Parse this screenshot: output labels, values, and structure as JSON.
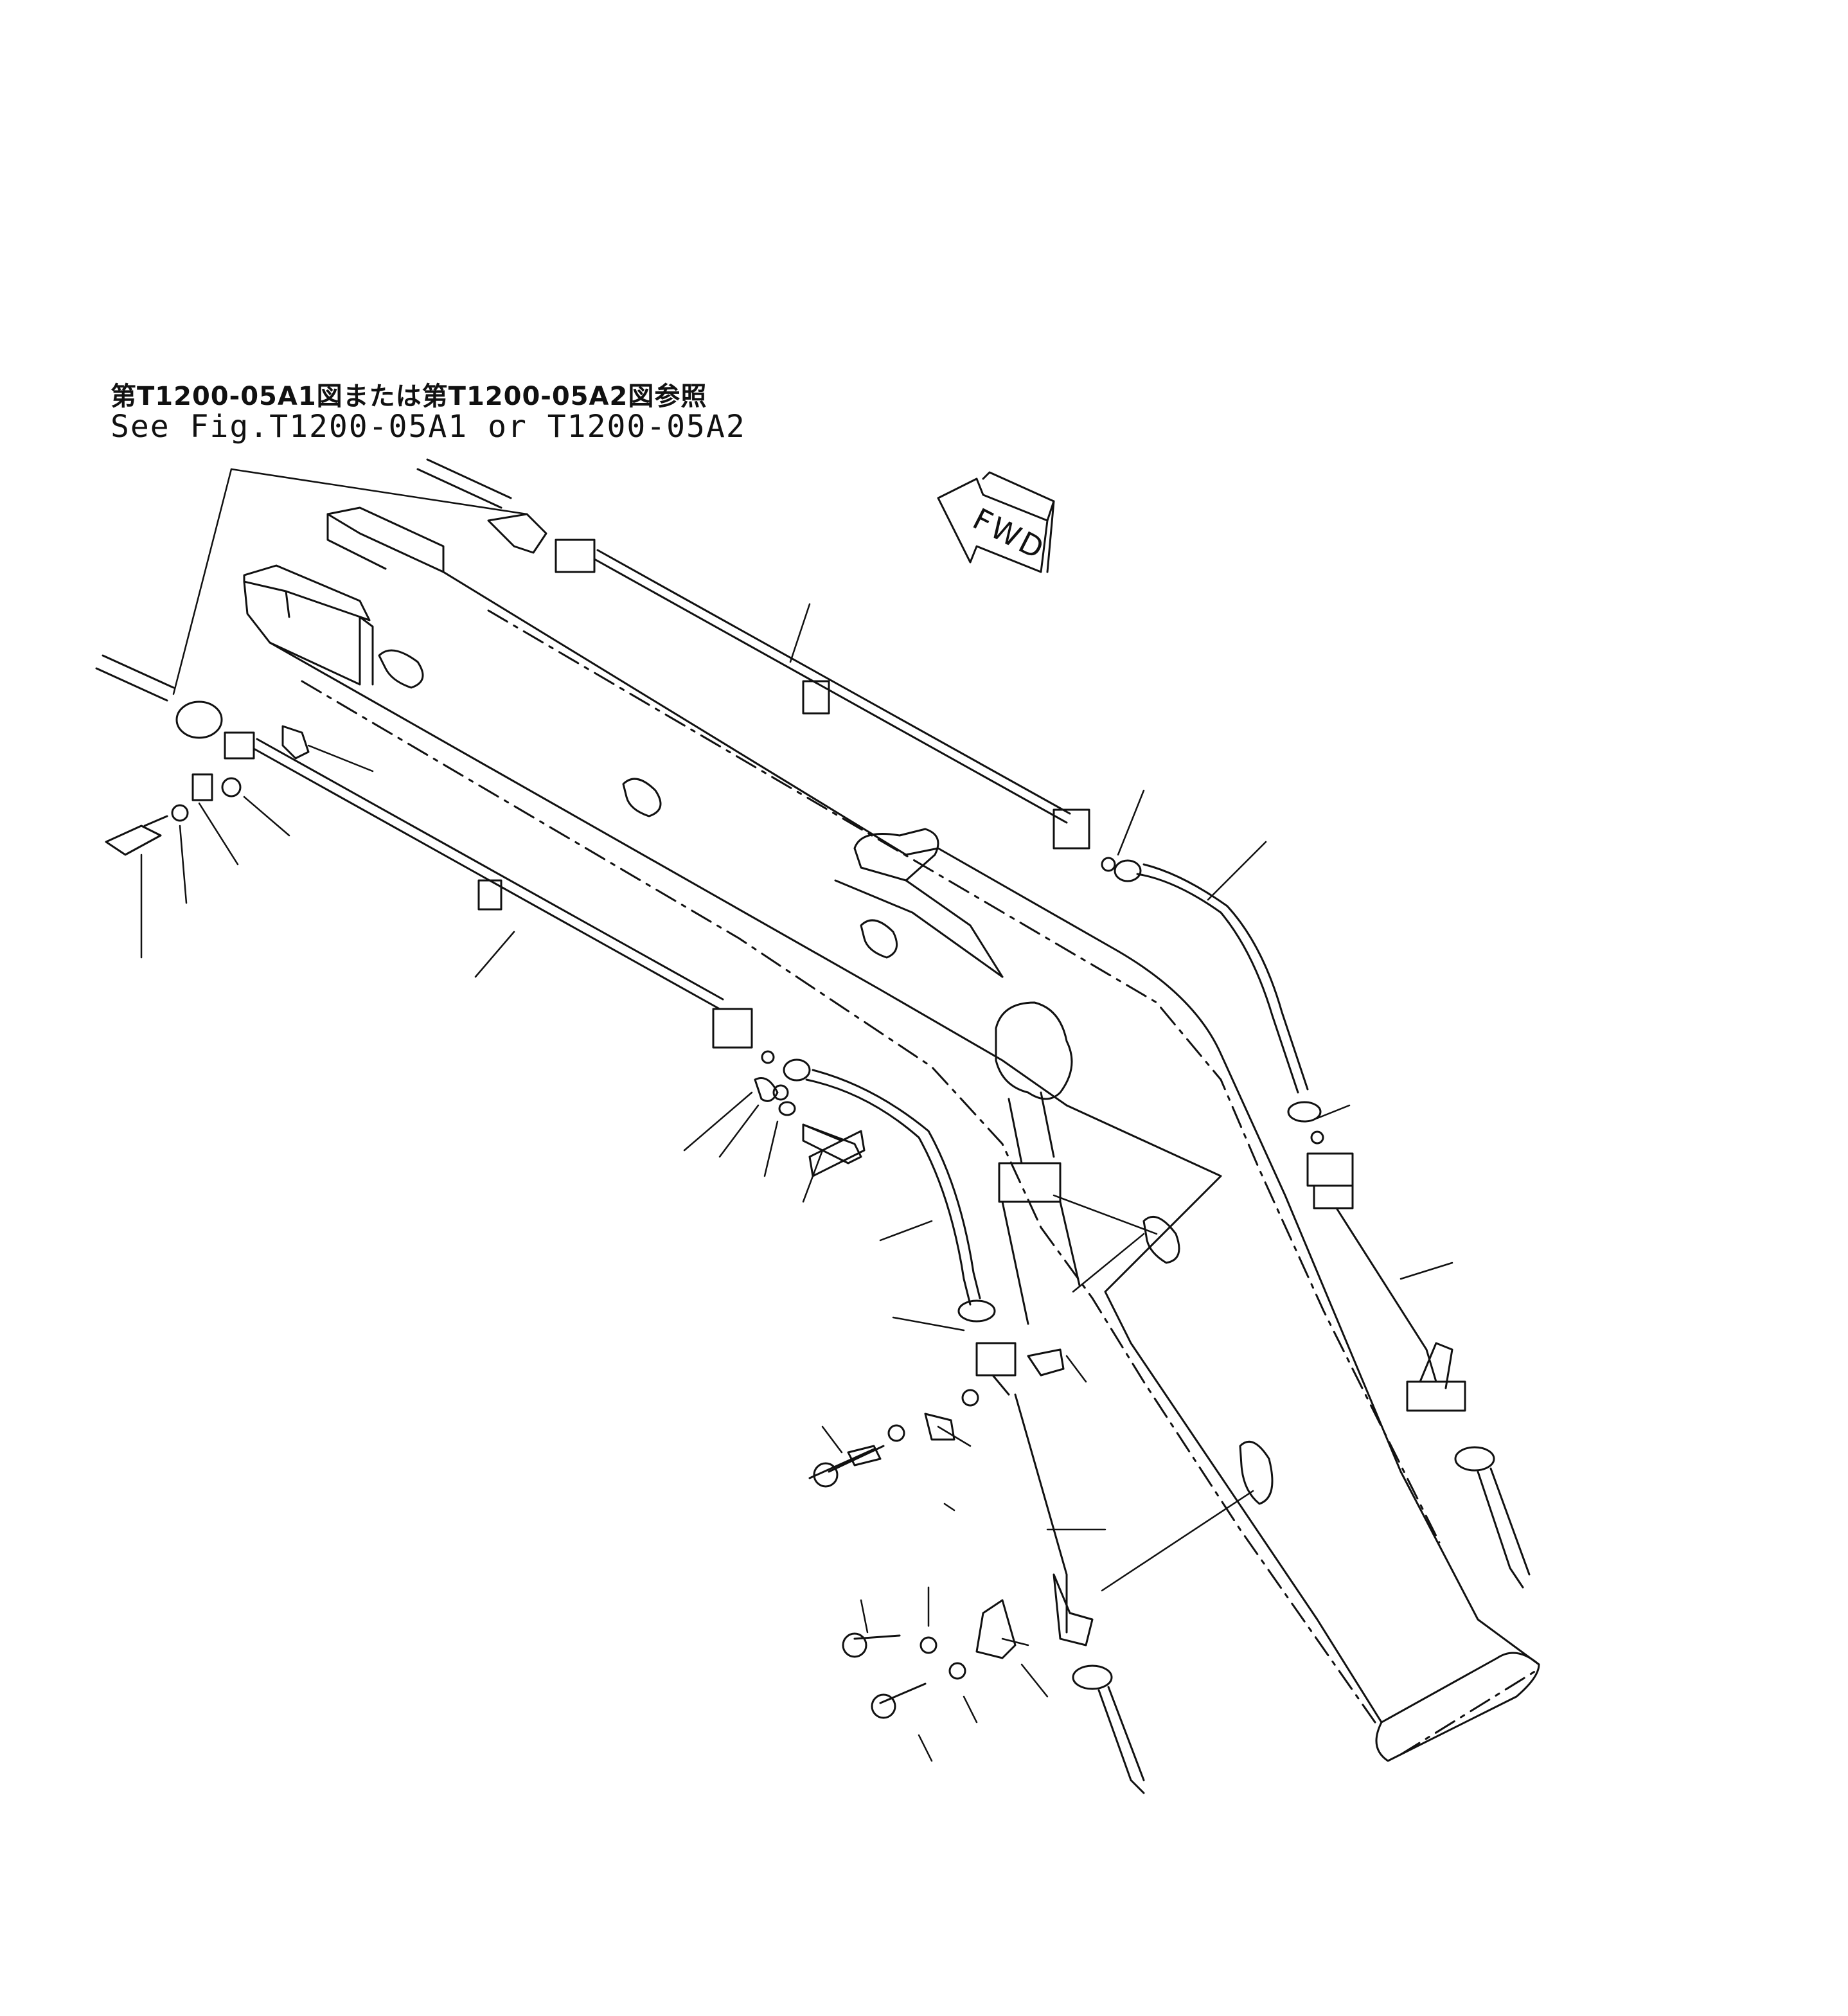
{
  "reference_note": {
    "japanese": "第T1200-05A1図または第T1200-05A2図参照",
    "english": "See Fig.T1200-05A1 or T1200-05A2"
  },
  "direction_indicator": {
    "label": "FWD"
  }
}
